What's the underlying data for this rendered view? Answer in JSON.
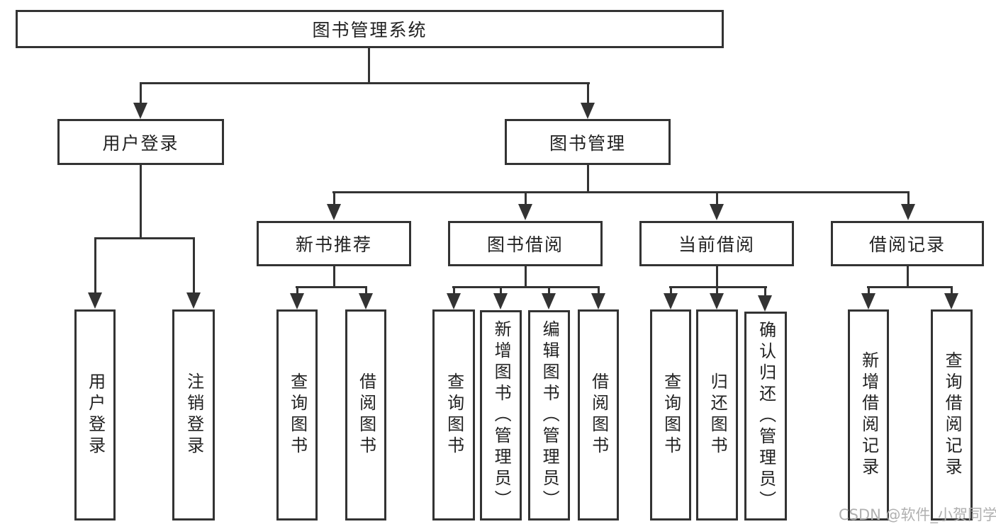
{
  "watermark": "CSDN @软件_小贺同学",
  "colors": {
    "line": "#333333",
    "text": "#222222",
    "watermark": "#b0b0b0",
    "background": "#ffffff"
  },
  "tree": {
    "root_label": "图书管理系统",
    "level1": [
      {
        "label": "用户登录",
        "children": [
          {
            "label": "用户登录"
          },
          {
            "label": "注销登录"
          }
        ]
      },
      {
        "label": "图书管理",
        "children": [
          {
            "label": "新书推荐",
            "children": [
              {
                "label": "查询图书"
              },
              {
                "label": "借阅图书"
              }
            ]
          },
          {
            "label": "图书借阅",
            "children": [
              {
                "label": "查询图书"
              },
              {
                "label": "新增图书（管理员）"
              },
              {
                "label": "编辑图书（管理员）"
              },
              {
                "label": "借阅图书"
              }
            ]
          },
          {
            "label": "当前借阅",
            "children": [
              {
                "label": "查询图书"
              },
              {
                "label": "归还图书"
              },
              {
                "label": "确认归还（管理员）"
              }
            ]
          },
          {
            "label": "借阅记录",
            "children": [
              {
                "label": "新增借阅记录"
              },
              {
                "label": "查询借阅记录"
              }
            ]
          }
        ]
      }
    ]
  }
}
